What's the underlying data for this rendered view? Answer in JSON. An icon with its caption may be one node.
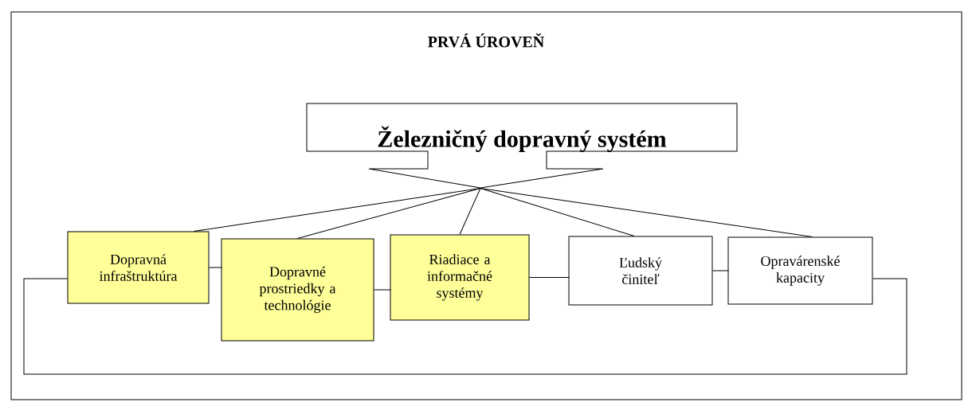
{
  "diagram": {
    "nodes": [
      {
        "text": [
          "PRVÁ ÚROVEŇ"
        ]
      },
      {
        "text": [
          "Železničný dopravný systém"
        ],
        "in": 0
      },
      {
        "text": [
          "Dopravná infraštruktúra"
        ],
        "in": 0
      },
      {
        "text": [
          "Dopravné prostriedky a technológie"
        ],
        "in": 0
      },
      {
        "text": [
          "Riadiace a informačné systémy"
        ],
        "in": 0
      },
      {
        "text": [
          "Ľudský činiteľ"
        ],
        "in": 0
      },
      {
        "text": [
          "Opravárenské kapacity"
        ],
        "in": 0
      }
    ],
    "edges": [
      {
        "from": 1,
        "to": 2,
        "arrow": "none"
      },
      {
        "from": 1,
        "to": 3,
        "arrow": "none"
      },
      {
        "from": 1,
        "to": 4,
        "arrow": "none"
      },
      {
        "from": 1,
        "to": 5,
        "arrow": "none"
      },
      {
        "from": 1,
        "to": 6,
        "arrow": "none"
      },
      {
        "from": 2,
        "to": 3,
        "arrow": "none"
      },
      {
        "from": 3,
        "to": 4,
        "arrow": "none"
      },
      {
        "from": 4,
        "to": 5,
        "arrow": "none"
      },
      {
        "from": 5,
        "to": 6,
        "arrow": "none"
      },
      {
        "from": 2,
        "to": 6,
        "arrow": "none"
      }
    ]
  }
}
